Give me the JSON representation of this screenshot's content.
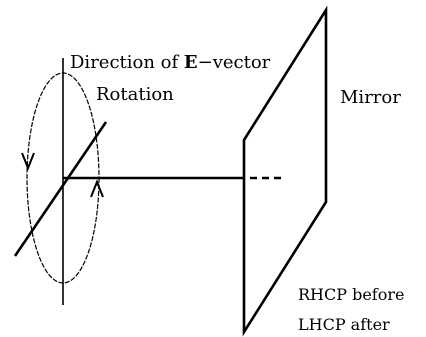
{
  "labels": {
    "direction_prefix": "Direction of ",
    "direction_bold": "E",
    "direction_suffix": "−vector",
    "rotation": "Rotation",
    "mirror": "Mirror",
    "rhcp_before": "RHCP before",
    "lhcp_after": "LHCP after"
  },
  "colors": {
    "line": "#000000",
    "background": "#ffffff"
  }
}
